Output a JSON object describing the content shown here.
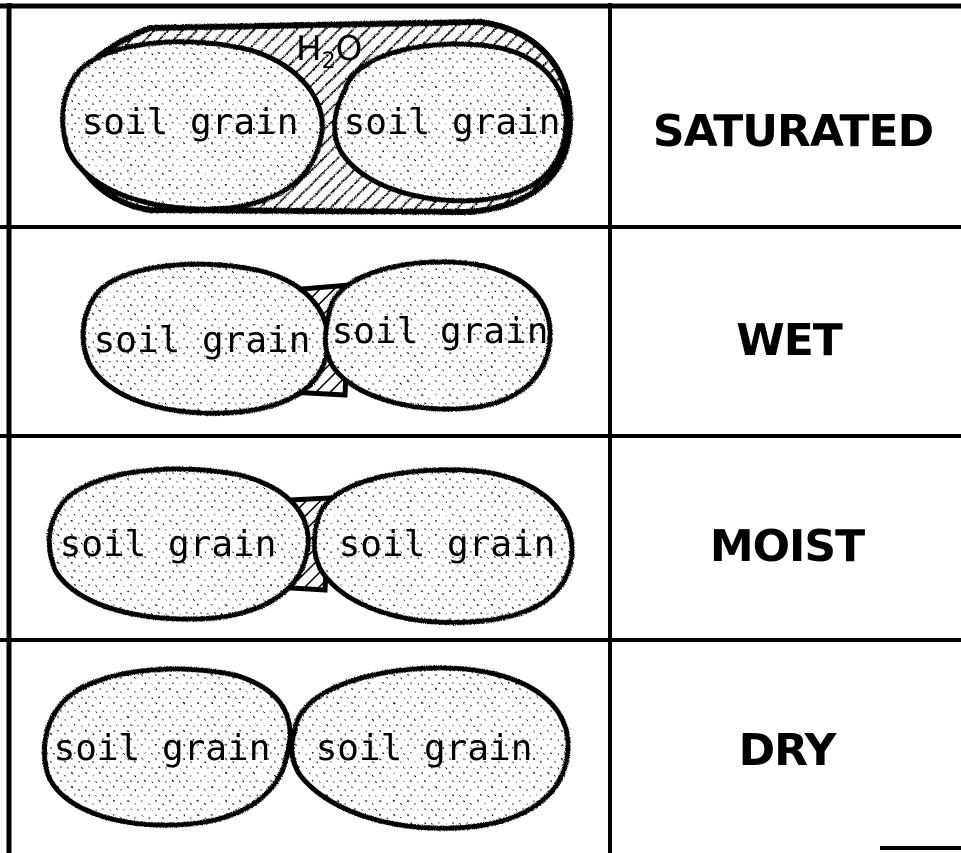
{
  "grain_label": "soil grain",
  "water_label": {
    "main": "H",
    "sub": "2",
    "tail": "O"
  },
  "rows": [
    {
      "state": "SATURATED",
      "grain_left": "soil grain",
      "grain_right": "soil grain"
    },
    {
      "state": "WET",
      "grain_left": "soil grain",
      "grain_right": "soil grain"
    },
    {
      "state": "MOIST",
      "grain_left": "soil grain",
      "grain_right": "soil grain"
    },
    {
      "state": "DRY",
      "grain_left": "soil grain",
      "grain_right": "soil grain"
    }
  ],
  "colors": {
    "ink": "#000000",
    "paper": "#ffffff"
  }
}
